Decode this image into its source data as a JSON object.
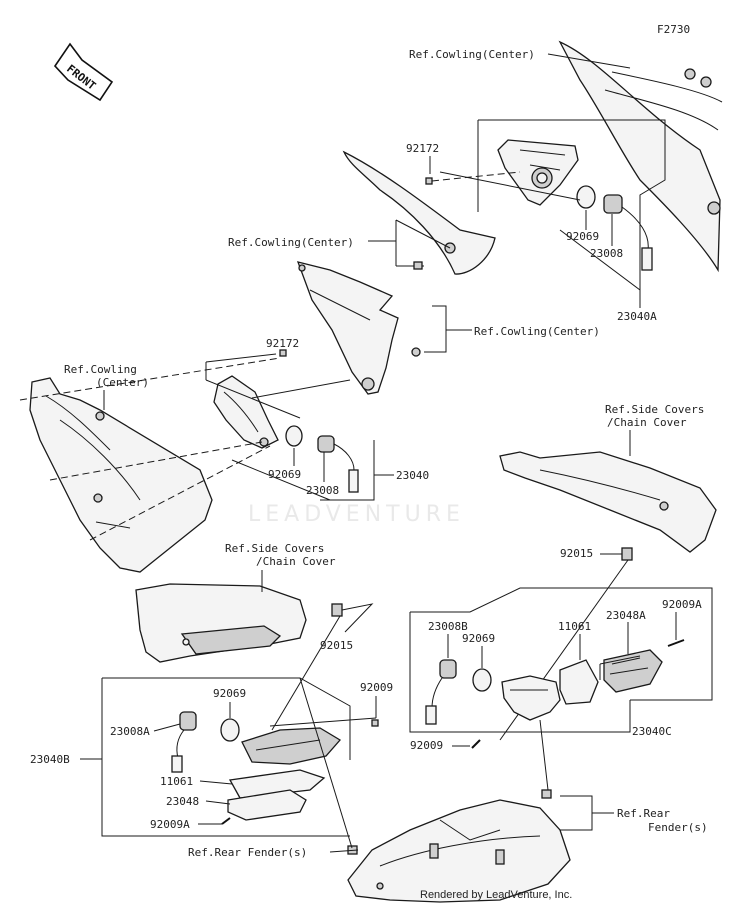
{
  "diagram_code": "F2730",
  "front_label": "FRONT",
  "watermark": "LEADVENTURE",
  "footer": "Rendered by LeadVenture, Inc.",
  "refs": {
    "cowling_top": "Ref.Cowling(Center)",
    "cowling_mid": "Ref.Cowling(Center)",
    "cowling_right": "Ref.Cowling(Center)",
    "cowling_left_1": "Ref.Cowling",
    "cowling_left_2": "(Center)",
    "side_right_1": "Ref.Side Covers",
    "side_right_2": "/Chain Cover",
    "side_left_1": "Ref.Side Covers",
    "side_left_2": "/Chain Cover",
    "rear_fender_left": "Ref.Rear Fender(s)",
    "rear_fender_right_1": "Ref.Rear",
    "rear_fender_right_2": "Fender(s)"
  },
  "parts": {
    "p92172_top": "92172",
    "p92069_top": "92069",
    "p23008_top": "23008",
    "p23040A": "23040A",
    "p92172_mid": "92172",
    "p92069_mid": "92069",
    "p23008_mid": "23008",
    "p23040": "23040",
    "p92015_right": "92015",
    "p92015_left": "92015",
    "p23008B": "23008B",
    "p92069_r": "92069",
    "p11061_r": "11061",
    "p23048A": "23048A",
    "p92009A_r": "92009A",
    "p92009_r": "92009",
    "p23040C": "23040C",
    "p92069_l": "92069",
    "p92009_l": "92009",
    "p23008A": "23008A",
    "p23040B": "23040B",
    "p11061_l": "11061",
    "p23048": "23048",
    "p92009A_l": "92009A"
  }
}
